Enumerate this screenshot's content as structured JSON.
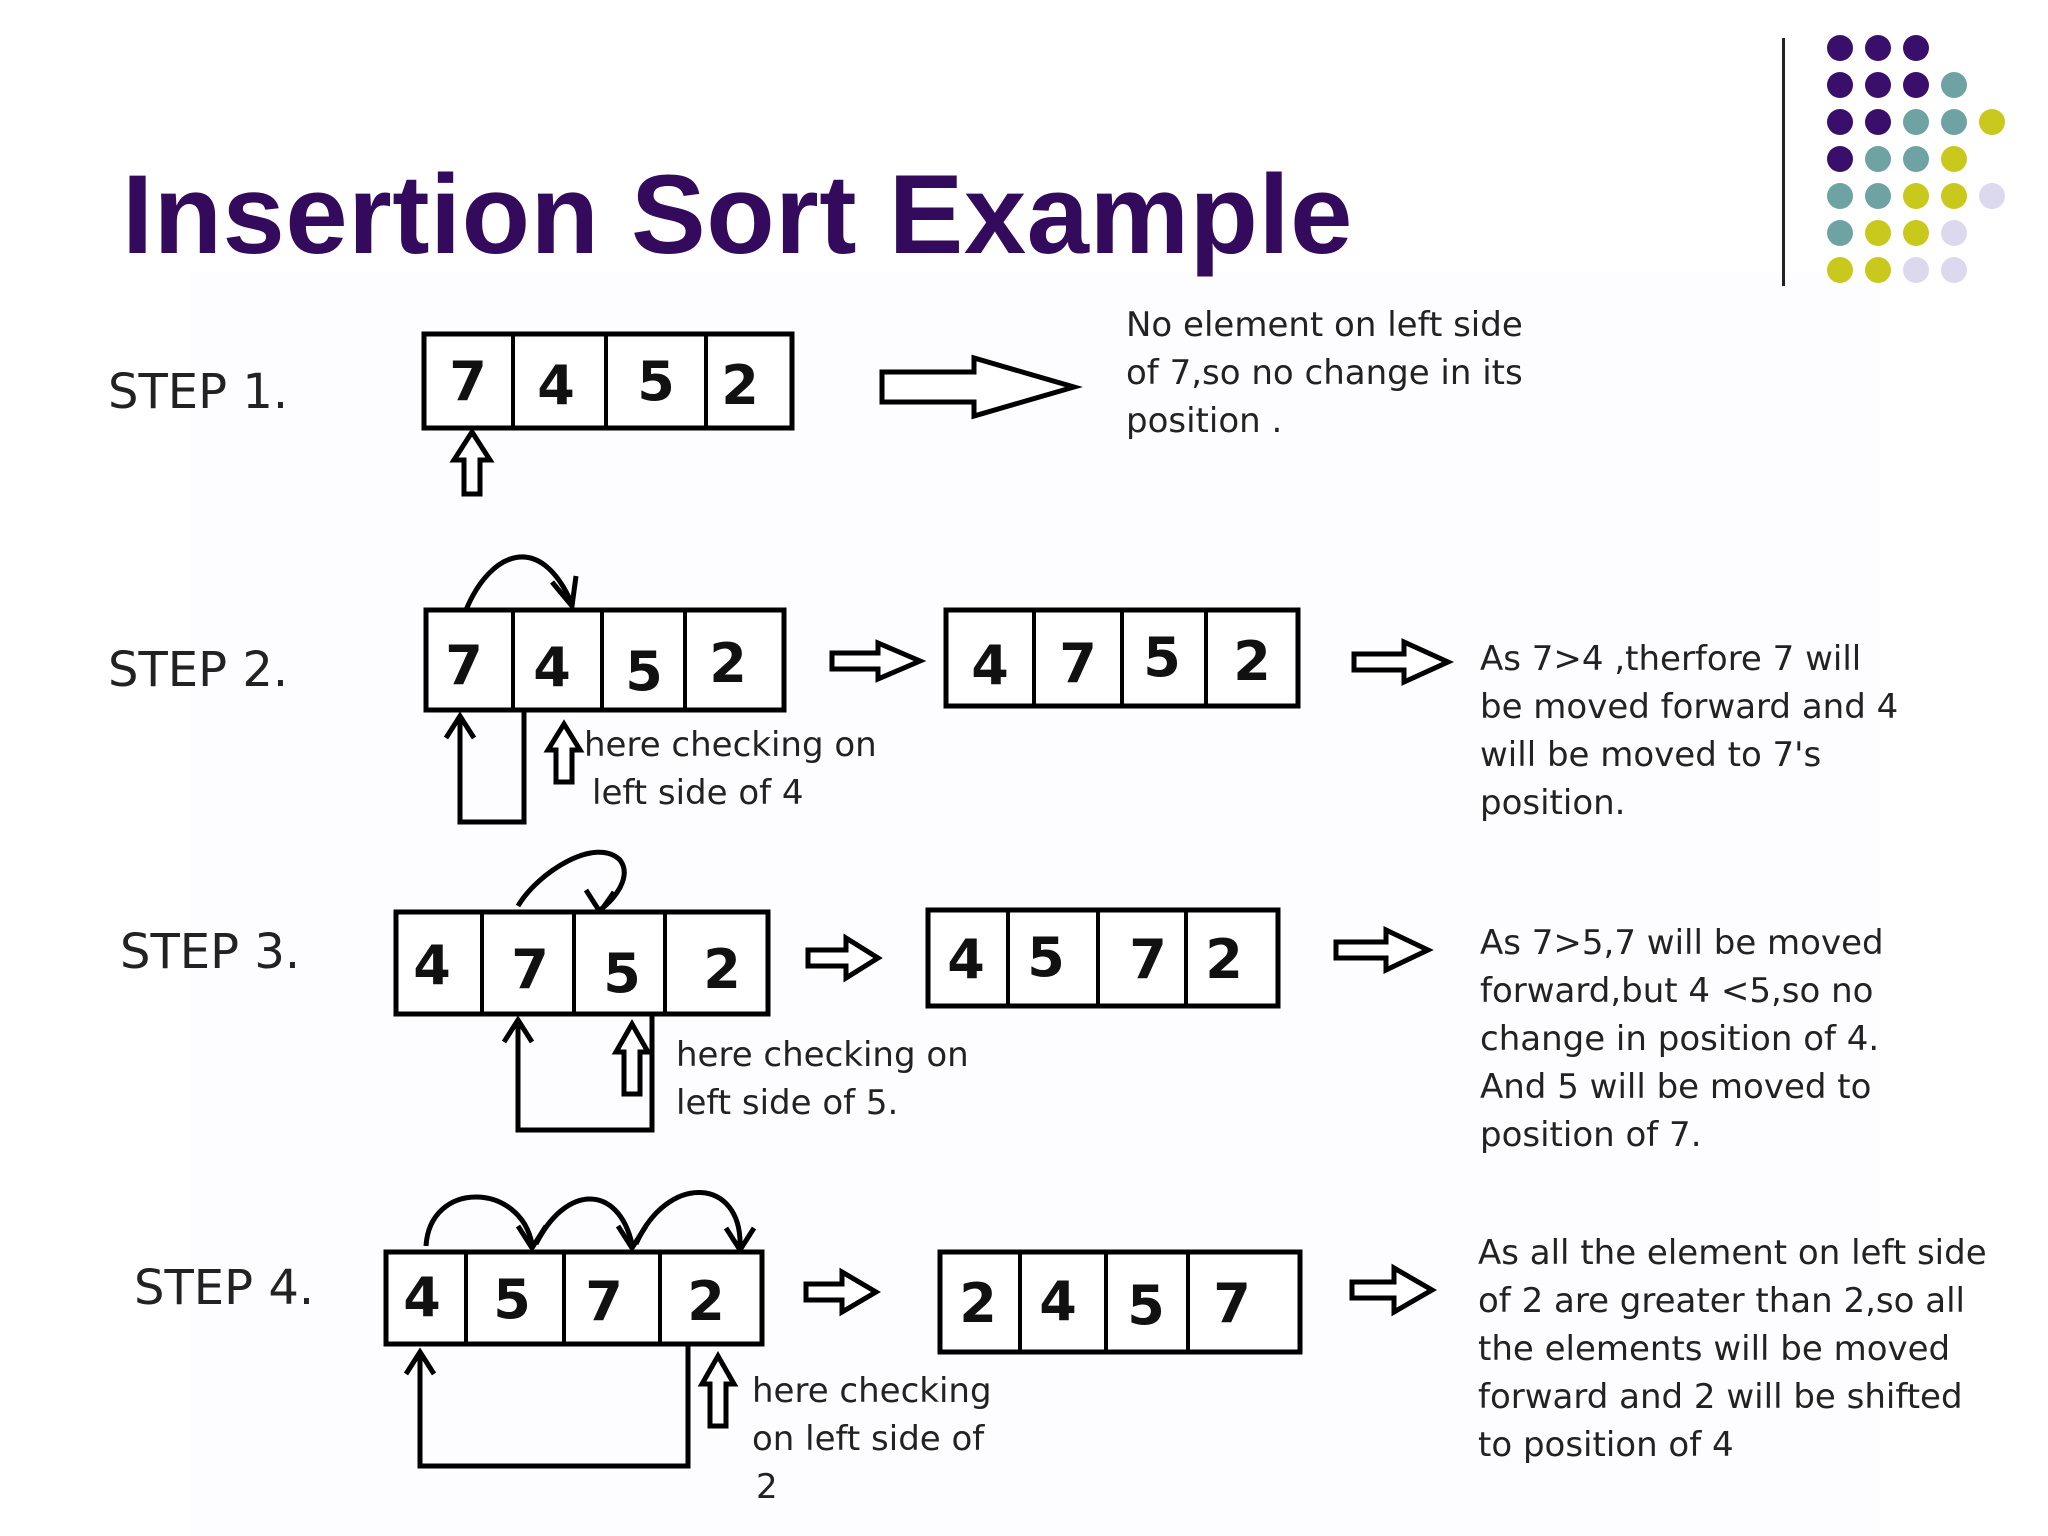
{
  "slide": {
    "title": "Insertion Sort Example",
    "title_color": "#330a5c",
    "decor_colors": [
      "#3a0f6b",
      "#6fa3a3",
      "#c9c81c",
      "#dcd9ee"
    ]
  },
  "steps": [
    {
      "label": "STEP 1.",
      "input": [
        "7",
        "4",
        "5",
        "2"
      ],
      "note": [
        "No element on left side",
        "of 7,so no change in its",
        "position ."
      ]
    },
    {
      "label": "STEP 2.",
      "input": [
        "7",
        "4",
        "5",
        "2"
      ],
      "checking": [
        "here checking on",
        "left side of 4"
      ],
      "result": [
        "4",
        "7",
        "5",
        "2"
      ],
      "note": [
        "As 7>4 ,therfore 7 will",
        "be moved forward and 4",
        "will be moved to 7's",
        "position."
      ]
    },
    {
      "label": "STEP 3.",
      "input": [
        "4",
        "7",
        "5",
        "2"
      ],
      "checking": [
        "here checking on",
        "left side of 5."
      ],
      "result": [
        "4",
        "5",
        "7",
        "2"
      ],
      "note": [
        "As 7>5,7 will be moved",
        "forward,but 4 <5,so no",
        "change in position of 4.",
        "And 5 will be moved to",
        "position of 7."
      ]
    },
    {
      "label": "STEP 4.",
      "input": [
        "4",
        "5",
        "7",
        "2"
      ],
      "checking": [
        "here checking",
        "on left side of",
        "2"
      ],
      "result": [
        "2",
        "4",
        "5",
        "7"
      ],
      "note": [
        "As all the element on left side",
        "of 2 are greater than 2,so all",
        "the elements will be moved",
        "forward and 2 will be shifted",
        "to position of 4"
      ]
    }
  ]
}
